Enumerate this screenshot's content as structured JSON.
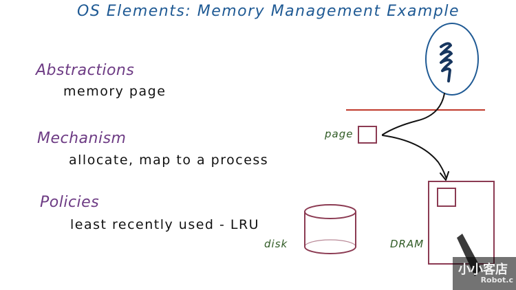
{
  "title": "OS Elements: Memory Management Example",
  "sections": {
    "abstractions": {
      "heading": "Abstractions",
      "text": "memory page"
    },
    "mechanism": {
      "heading": "Mechanism",
      "text": "allocate, map to a process"
    },
    "policies": {
      "heading": "Policies",
      "text": "least recently used - LRU"
    }
  },
  "diagram": {
    "page_label": "page",
    "disk_label": "disk",
    "dram_label": "DRAM"
  },
  "watermark": {
    "line1": "小小客店",
    "line2": "Robot.c"
  },
  "colors": {
    "title": "#1f5a94",
    "heading": "#6d3b84",
    "body_text": "#111111",
    "diagram_stroke": "#8b3a52",
    "divider": "#c0392b",
    "process_fill": "#1f5a94",
    "labels": "#2f5a24"
  }
}
